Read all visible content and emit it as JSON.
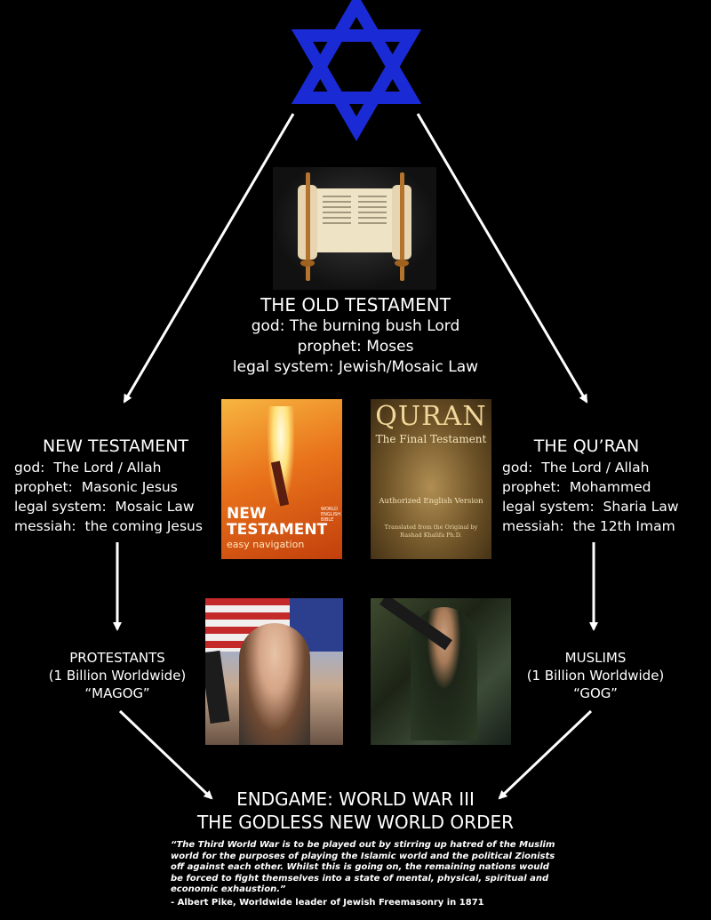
{
  "old_testament": {
    "title": "THE OLD TESTAMENT",
    "god": "god: The burning bush Lord",
    "prophet": "prophet: Moses",
    "legal": "legal system: Jewish/Mosaic Law"
  },
  "new_testament": {
    "title": "NEW TESTAMENT",
    "rows": [
      {
        "label": "god:",
        "value": "The Lord / Allah"
      },
      {
        "label": "prophet:",
        "value": "Masonic Jesus"
      },
      {
        "label": "legal system:",
        "value": "Mosaic Law"
      },
      {
        "label": "messiah:",
        "value": "the coming Jesus"
      }
    ]
  },
  "quran": {
    "title": "THE QU’RAN",
    "rows": [
      {
        "label": "god:",
        "value": "The Lord / Allah"
      },
      {
        "label": "prophet:",
        "value": "Mohammed"
      },
      {
        "label": "legal system:",
        "value": "Sharia Law"
      },
      {
        "label": "messiah:",
        "value": "the 12th Imam"
      }
    ]
  },
  "protestants": {
    "name": "PROTESTANTS",
    "count": "(1 Billion Worldwide)",
    "alias": "“MAGOG”"
  },
  "muslims": {
    "name": "MUSLIMS",
    "count": "(1 Billion Worldwide)",
    "alias": "“GOG”"
  },
  "endgame": {
    "line1": "ENDGAME: WORLD WAR III",
    "line2": "THE GODLESS NEW WORLD ORDER"
  },
  "quote": {
    "text": "“The Third World War is to be played out by stirring up hatred of the Muslim world for the purposes of playing the Islamic world and the political Zionists off against each other. Whilst this is going on, the remaining nations would be forced to fight themselves into a state of mental, physical, spiritual and economic exhaustion.”",
    "attribution": "- Albert Pike, Worldwide leader of Jewish Freemasonry in 1871"
  },
  "book_nt": {
    "title": "NEW TESTAMENT",
    "small": "WORLD ENGLISH BIBLE",
    "subtitle": "easy navigation"
  },
  "book_quran": {
    "title": "QURAN",
    "subtitle": "The Final Testament",
    "version": "Authorized English Version",
    "translated": "Translated from the Original by",
    "translator": "Rashad Khalifa Ph.D."
  },
  "colors": {
    "star": "#1a2bd6",
    "background": "#000000",
    "text": "#ffffff"
  }
}
